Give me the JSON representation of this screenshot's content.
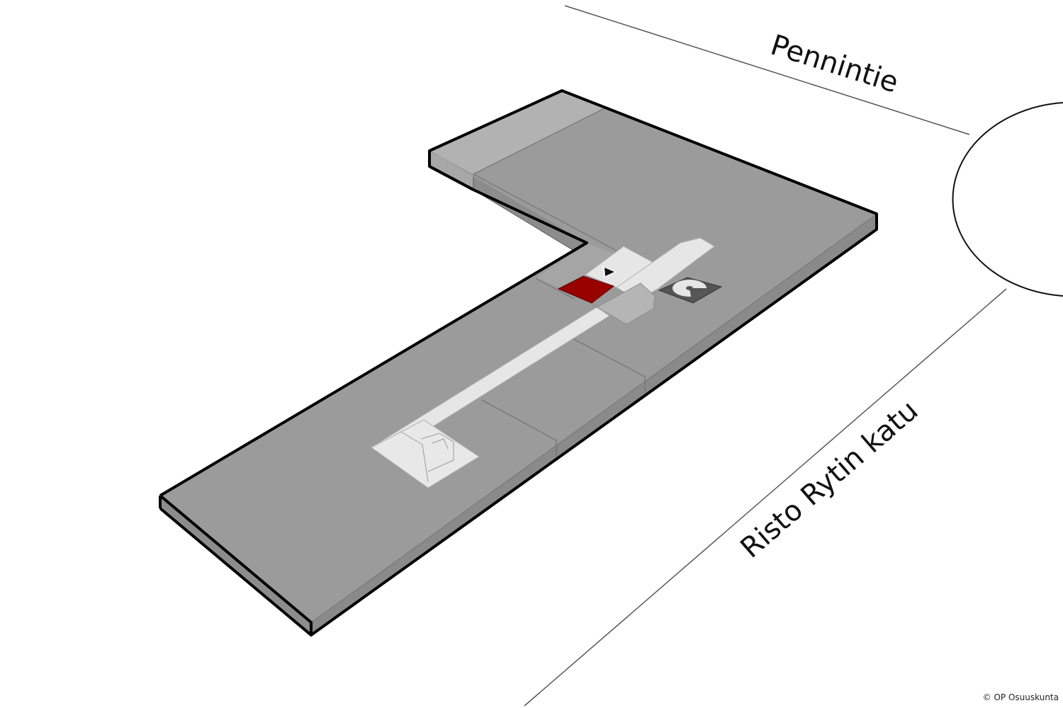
{
  "map": {
    "streets": {
      "north": "Pennintie",
      "east": "Risto Rytin katu"
    },
    "copyright": "© OP Osuuskunta"
  },
  "colors": {
    "background": "#ffffff",
    "floor_top": "#9b9b9b",
    "floor_side": "#8a8a8a",
    "floor_light_zone": "#b2b2b2",
    "corridor": "#e6e6e6",
    "highlight_room": "#990000",
    "outline": "#000000",
    "street_line": "#555555",
    "stair_block": "#555555"
  },
  "icons": {
    "location_marker": "triangle-marker-icon",
    "stairs": "spiral-stairs-icon"
  }
}
